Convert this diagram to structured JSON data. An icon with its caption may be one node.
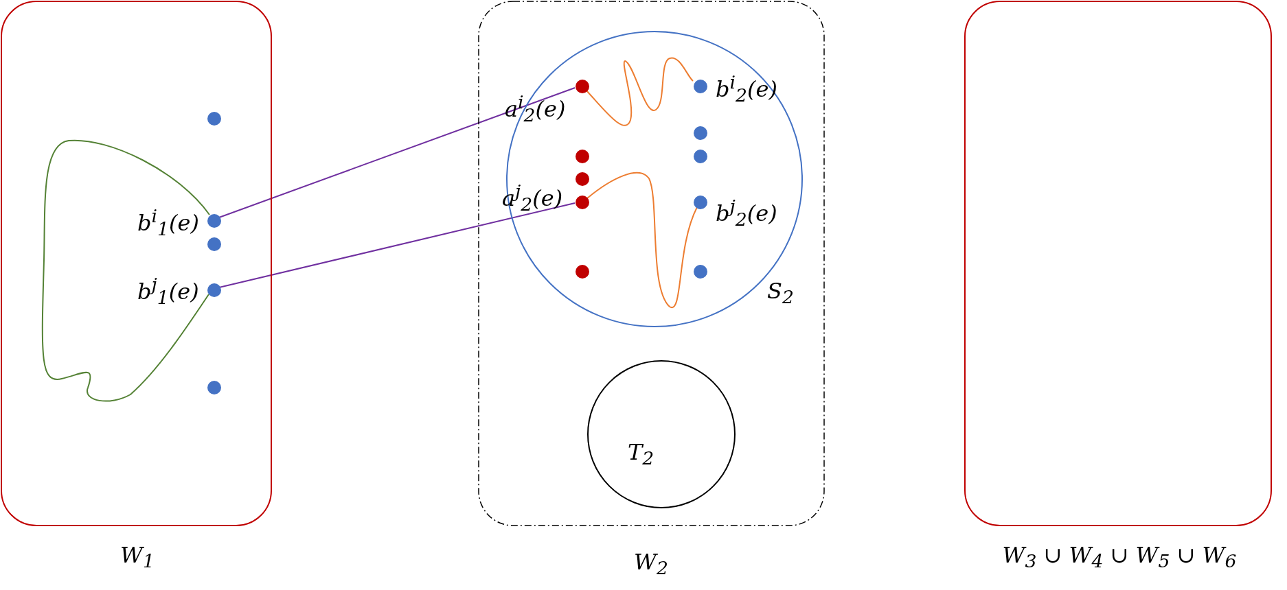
{
  "diagram": {
    "nodes": [
      {
        "text": [
          "W$_{1}$"
        ]
      },
      {
        "text": [],
        "shape": "circle",
        "in": 0
      },
      {
        "text": [],
        "shape": "circle",
        "in": 0,
        "beside": [
          "b$^{i}$$_{1}$(e)"
        ]
      },
      {
        "text": [],
        "shape": "circle",
        "in": 0
      },
      {
        "text": [],
        "shape": "circle",
        "in": 0,
        "beside": [
          "b$^{j}$$_{1}$(e)"
        ]
      },
      {
        "text": [],
        "shape": "circle",
        "in": 0
      },
      {
        "text": [
          "W$_{2}$"
        ]
      },
      {
        "text": [
          "S$_{2}$"
        ],
        "in": 6
      },
      {
        "text": [],
        "shape": "circle",
        "in": 7,
        "beside": [
          "a$^{i}$$_{2}$(e)"
        ]
      },
      {
        "text": [],
        "shape": "circle",
        "in": 7,
        "beside": [
          "b$^{i}$$_{2}$(e)"
        ]
      },
      {
        "text": [],
        "shape": "circle",
        "in": 7
      },
      {
        "text": [],
        "shape": "circle",
        "in": 7
      },
      {
        "text": [],
        "shape": "circle",
        "in": 7
      },
      {
        "text": [],
        "shape": "circle",
        "in": 7
      },
      {
        "text": [],
        "shape": "circle",
        "in": 7,
        "beside": [
          "a$^{j}$$_{2}$(e)"
        ]
      },
      {
        "text": [],
        "shape": "circle",
        "in": 7,
        "beside": [
          "b$^{j}$$_{2}$(e)"
        ]
      },
      {
        "text": [],
        "shape": "circle",
        "in": 7
      },
      {
        "text": [],
        "shape": "circle",
        "in": 7
      },
      {
        "text": [
          "T$_{2}$"
        ],
        "in": 6
      },
      {
        "text": [
          "W$_{3}$ ∪ W$_{4}$ ∪ W$_{5}$ ∪ W$_{6}$"
        ]
      }
    ],
    "edges": [
      {
        "from": 2,
        "to": 8,
        "arrow": "none",
        "color": "#7030a0"
      },
      {
        "from": 4,
        "to": 14,
        "arrow": "none",
        "color": "#7030a0"
      },
      {
        "from": 2,
        "to": 4,
        "arrow": "none",
        "color": "#548235"
      },
      {
        "from": 8,
        "to": 9,
        "arrow": "none",
        "color": "#ed7d31"
      },
      {
        "from": 14,
        "to": 15,
        "arrow": "none",
        "color": "#ed7d31"
      }
    ]
  }
}
